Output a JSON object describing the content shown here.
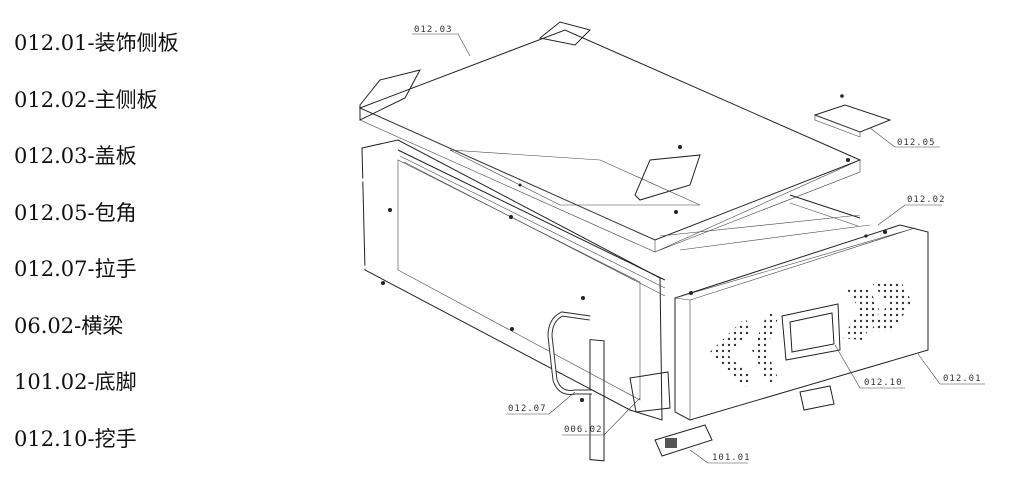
{
  "legend": {
    "items": [
      "012.01-装饰侧板",
      "012.02-主侧板",
      "012.03-盖板",
      "012.05-包角",
      "012.07-拉手",
      "06.02-横梁",
      "101.02-底脚",
      "012.10-挖手"
    ]
  },
  "callouts": {
    "c1": "012.03",
    "c2": "012.05",
    "c3": "012.02",
    "c4": "012.01",
    "c5": "012.10",
    "c6": "012.07",
    "c7": "006.02",
    "c8": "101.01"
  }
}
